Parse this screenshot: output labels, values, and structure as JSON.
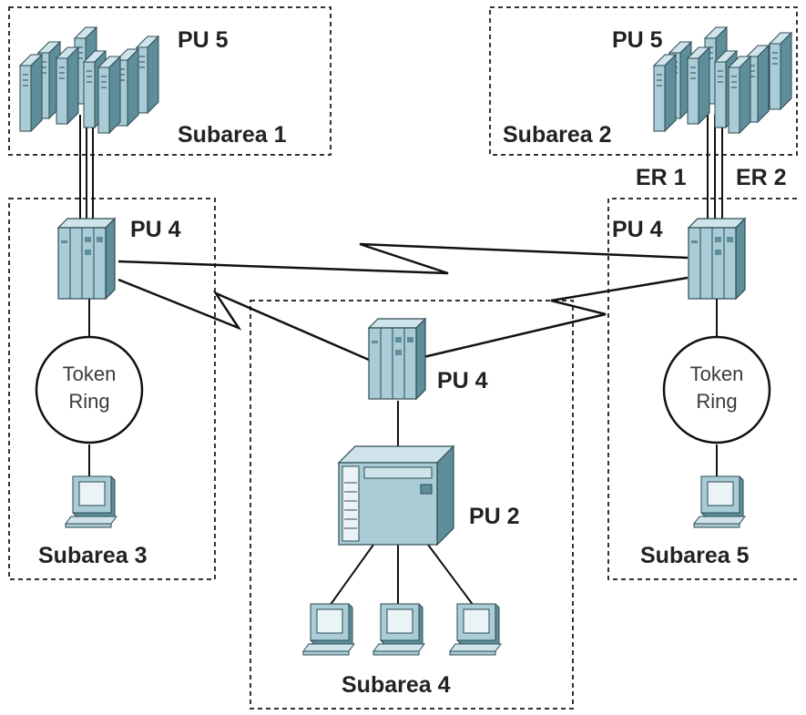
{
  "subareas": {
    "s1": "Subarea 1",
    "s2": "Subarea 2",
    "s3": "Subarea 3",
    "s4": "Subarea 4",
    "s5": "Subarea 5"
  },
  "nodes": {
    "pu5_left": "PU 5",
    "pu5_right": "PU 5",
    "pu4_left": "PU 4",
    "pu4_right": "PU 4",
    "pu4_center": "PU 4",
    "pu2_center": "PU 2"
  },
  "routes": {
    "er1": "ER 1",
    "er2": "ER 2"
  },
  "token_ring_left": {
    "line1": "Token",
    "line2": "Ring"
  },
  "token_ring_right": {
    "line1": "Token",
    "line2": "Ring"
  },
  "colors": {
    "device_face": "#a9ccd6",
    "device_light": "#cfe4ea",
    "device_dark": "#5f8e9b",
    "outline": "#2d4a52",
    "link": "#111111",
    "dash": "#333333"
  }
}
